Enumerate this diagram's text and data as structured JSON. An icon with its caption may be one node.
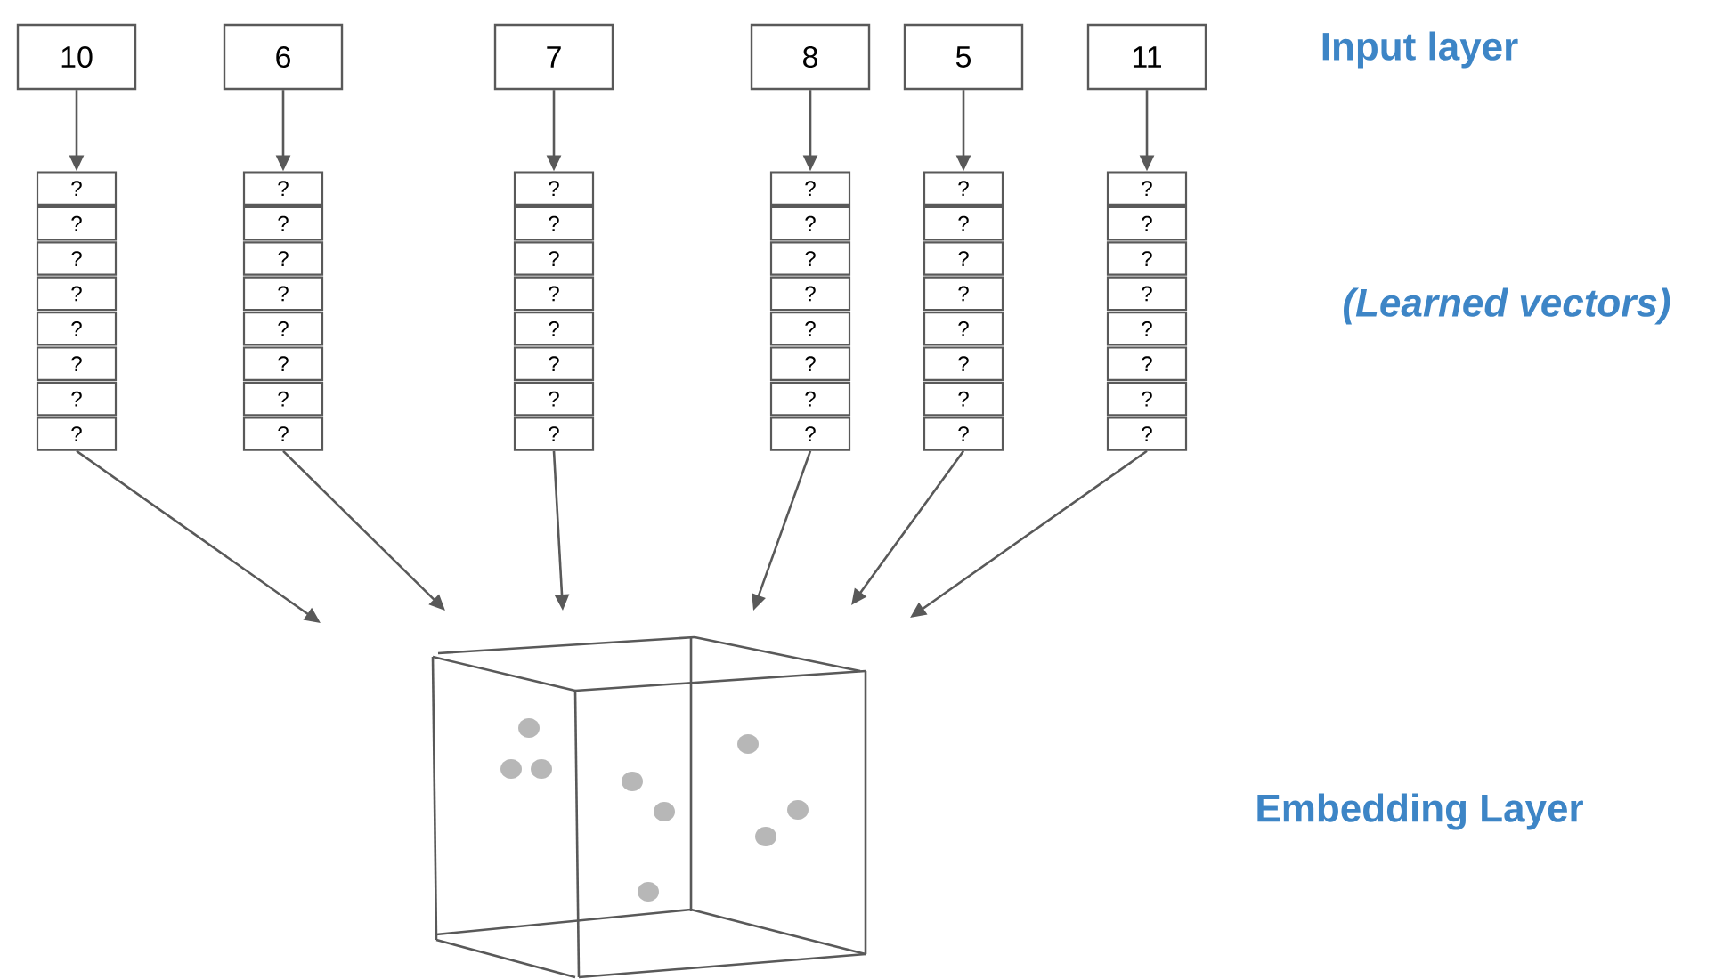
{
  "diagram": {
    "nodes": [
      {
        "text": [
          "10"
        ]
      },
      {
        "text": [
          "6"
        ]
      },
      {
        "text": [
          "7"
        ]
      },
      {
        "text": [
          "8"
        ]
      },
      {
        "text": [
          "5"
        ]
      },
      {
        "text": [
          "11"
        ]
      },
      {
        "text": [
          "?"
        ]
      },
      {
        "text": [
          "?"
        ]
      },
      {
        "text": [
          "?"
        ]
      },
      {
        "text": [
          "?"
        ]
      },
      {
        "text": [
          "?"
        ]
      },
      {
        "text": [
          "?"
        ]
      },
      {
        "text": [
          "?"
        ]
      },
      {
        "text": [
          "?"
        ]
      },
      {
        "text": [
          "?"
        ]
      },
      {
        "text": [
          "?"
        ]
      },
      {
        "text": [
          "?"
        ]
      },
      {
        "text": [
          "?"
        ]
      },
      {
        "text": [
          "?"
        ]
      },
      {
        "text": [
          "?"
        ]
      },
      {
        "text": [
          "?"
        ]
      },
      {
        "text": [
          "?"
        ]
      },
      {
        "text": [
          "?"
        ]
      },
      {
        "text": [
          "?"
        ]
      },
      {
        "text": [
          "?"
        ]
      },
      {
        "text": [
          "?"
        ]
      },
      {
        "text": [
          "?"
        ]
      },
      {
        "text": [
          "?"
        ]
      },
      {
        "text": [
          "?"
        ]
      },
      {
        "text": [
          "?"
        ]
      },
      {
        "text": [
          "?"
        ]
      },
      {
        "text": [
          "?"
        ]
      },
      {
        "text": [
          "?"
        ]
      },
      {
        "text": [
          "?"
        ]
      },
      {
        "text": [
          "?"
        ]
      },
      {
        "text": [
          "?"
        ]
      },
      {
        "text": [
          "?"
        ]
      },
      {
        "text": [
          "?"
        ]
      },
      {
        "text": [
          "?"
        ]
      },
      {
        "text": [
          "?"
        ]
      },
      {
        "text": [
          "?"
        ]
      },
      {
        "text": [
          "?"
        ]
      },
      {
        "text": [
          "?"
        ]
      },
      {
        "text": [
          "?"
        ]
      },
      {
        "text": [
          "?"
        ]
      },
      {
        "text": [
          "?"
        ]
      },
      {
        "text": [
          "?"
        ]
      },
      {
        "text": [
          "?"
        ]
      },
      {
        "text": [
          "?"
        ]
      },
      {
        "text": [
          "?"
        ]
      },
      {
        "text": [
          "?"
        ]
      },
      {
        "text": [
          "?"
        ]
      },
      {
        "text": [
          "?"
        ]
      },
      {
        "text": [
          "?"
        ]
      },
      {
        "text": [],
        "shape": "cube"
      }
    ],
    "edges": [
      {
        "from": 0,
        "to": 6,
        "arrow": "to"
      },
      {
        "from": 1,
        "to": 14,
        "arrow": "to"
      },
      {
        "from": 2,
        "to": 22,
        "arrow": "to"
      },
      {
        "from": 3,
        "to": 30,
        "arrow": "to"
      },
      {
        "from": 4,
        "to": 38,
        "arrow": "to"
      },
      {
        "from": 5,
        "to": 46,
        "arrow": "to"
      },
      {
        "from": 13,
        "to": null,
        "arrow": "to"
      },
      {
        "from": 21,
        "to": null,
        "arrow": "to"
      },
      {
        "from": 29,
        "to": null,
        "arrow": "to"
      },
      {
        "from": 37,
        "to": null,
        "arrow": "to"
      },
      {
        "from": 45,
        "to": null,
        "arrow": "to"
      },
      {
        "from": 53,
        "to": null,
        "arrow": "to"
      }
    ],
    "labels": [
      "Input layer",
      "(Learned vectors)",
      "Embedding Layer"
    ]
  }
}
